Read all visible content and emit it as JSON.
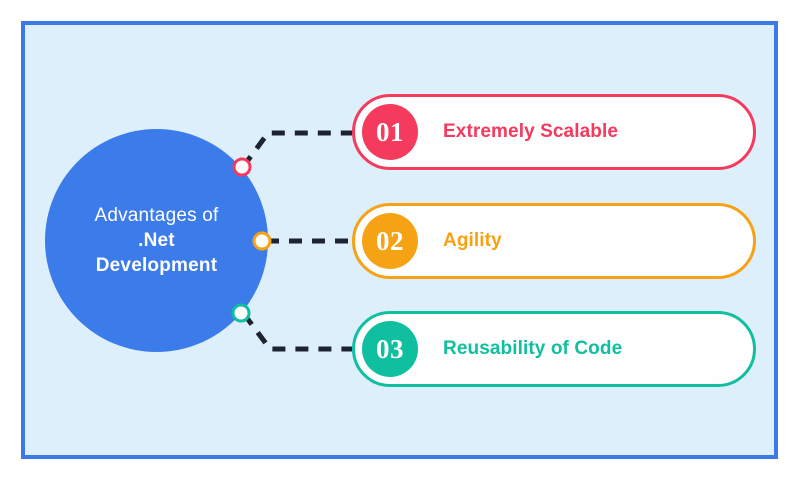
{
  "frame": {
    "background_color": "#deeffc",
    "border_color": "#3d7ae6",
    "page_background": "#ffffff"
  },
  "hub": {
    "name": "central-node",
    "color": "#3b7bea",
    "text_color": "#ffffff",
    "lines": [
      {
        "text": "Advantages of",
        "weight": "regular"
      },
      {
        "text": ".Net",
        "weight": "bold"
      },
      {
        "text": "Development",
        "weight": "bold"
      }
    ]
  },
  "items": [
    {
      "number": "01",
      "label": "Extremely Scalable",
      "color": "#f43a5d",
      "card_background": "#fefefe",
      "connector_style": "dashed-elbow-up"
    },
    {
      "number": "02",
      "label": "Agility",
      "color": "#f5a214",
      "card_background": "#fefefe",
      "connector_style": "dashed-straight"
    },
    {
      "number": "03",
      "label": "Reusability of Code",
      "color": "#0fbf9f",
      "card_background": "#fefefe",
      "connector_style": "dashed-elbow-down"
    }
  ],
  "connectors": {
    "dash_color": "#1d2330",
    "marker_fill": "#ffffff"
  }
}
